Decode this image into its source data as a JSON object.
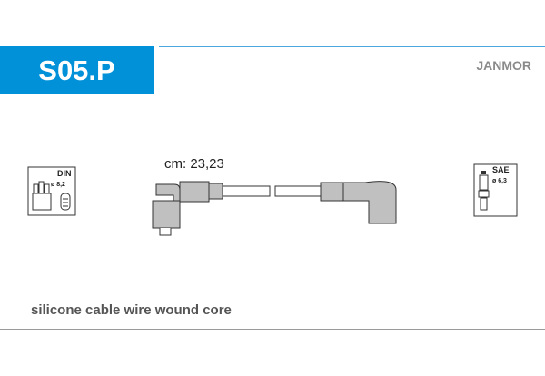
{
  "header": {
    "code": "S05.P",
    "brand": "JANMOR"
  },
  "cable": {
    "length_label": "cm: 23,23"
  },
  "left_connector": {
    "standard": "DIN",
    "diameter": "ø 8,2"
  },
  "right_connector": {
    "standard": "SAE",
    "diameter": "ø 6,3"
  },
  "description": "silicone cable wire wound core",
  "colors": {
    "accent": "#0091d9",
    "boot": "#c0c0c0"
  }
}
